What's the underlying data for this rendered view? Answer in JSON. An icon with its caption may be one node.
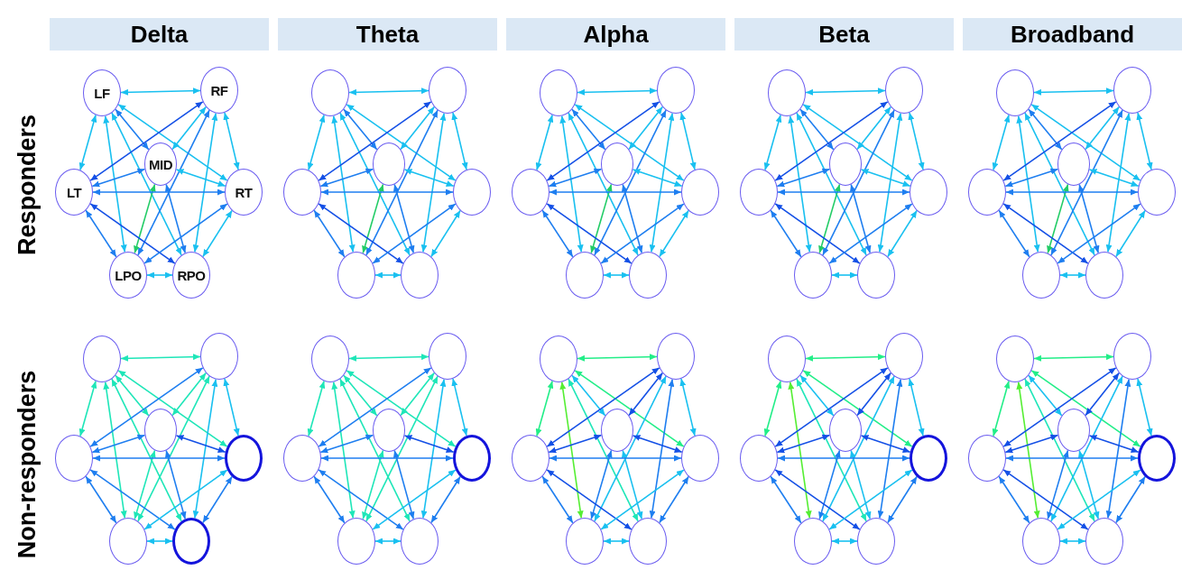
{
  "diagram": {
    "nodes": [
      {
        "text": [
          "Delta"
        ]
      },
      {
        "text": [
          "Theta"
        ]
      },
      {
        "text": [
          "Alpha"
        ]
      },
      {
        "text": [
          "Beta"
        ]
      },
      {
        "text": [
          "Broadband"
        ]
      },
      {
        "text": [
          "LF"
        ]
      },
      {
        "text": [
          "RF"
        ]
      },
      {
        "text": [
          "MID"
        ]
      },
      {
        "text": [
          "LT"
        ]
      },
      {
        "text": [
          "RT"
        ]
      },
      {
        "text": [
          "LPO"
        ]
      },
      {
        "text": [
          "RPO"
        ]
      },
      {
        "text": [],
        "shape": "circle"
      },
      {
        "text": [],
        "shape": "circle"
      },
      {
        "text": [],
        "shape": "circle"
      },
      {
        "text": [],
        "shape": "circle"
      },
      {
        "text": [],
        "shape": "circle"
      },
      {
        "text": [],
        "shape": "circle"
      },
      {
        "text": [],
        "shape": "circle"
      },
      {
        "text": [],
        "shape": "circle"
      },
      {
        "text": [],
        "shape": "circle"
      },
      {
        "text": [],
        "shape": "circle"
      },
      {
        "text": [],
        "shape": "circle"
      },
      {
        "text": [],
        "shape": "circle"
      },
      {
        "text": [],
        "shape": "circle"
      },
      {
        "text": [],
        "shape": "circle"
      },
      {
        "text": [],
        "shape": "circle"
      },
      {
        "text": [],
        "shape": "circle"
      },
      {
        "text": [],
        "shape": "circle"
      },
      {
        "text": [],
        "shape": "circle"
      },
      {
        "text": [],
        "shape": "circle"
      },
      {
        "text": [],
        "shape": "circle"
      },
      {
        "text": [],
        "shape": "circle"
      },
      {
        "text": [],
        "shape": "circle"
      },
      {
        "text": [],
        "shape": "circle"
      },
      {
        "text": [],
        "shape": "circle"
      },
      {
        "text": [],
        "shape": "circle"
      },
      {
        "text": [],
        "shape": "circle"
      },
      {
        "text": [],
        "shape": "circle"
      },
      {
        "text": [],
        "shape": "circle"
      },
      {
        "text": [],
        "shape": "circle"
      },
      {
        "text": [],
        "shape": "circle"
      },
      {
        "text": [],
        "shape": "circle"
      },
      {
        "text": [],
        "shape": "circle"
      },
      {
        "text": [],
        "shape": "circle"
      },
      {
        "text": [],
        "shape": "circle"
      },
      {
        "text": [],
        "shape": "circle"
      },
      {
        "text": [],
        "shape": "circle"
      },
      {
        "text": [],
        "shape": "circle"
      },
      {
        "text": [],
        "shape": "circle"
      },
      {
        "text": [],
        "shape": "circle"
      },
      {
        "text": [],
        "shape": "circle"
      },
      {
        "text": [],
        "shape": "circle"
      },
      {
        "text": [],
        "shape": "circle"
      },
      {
        "text": [],
        "shape": "circle"
      },
      {
        "text": [],
        "shape": "circle"
      },
      {
        "text": [],
        "shape": "circle"
      },
      {
        "text": [],
        "shape": "circle"
      },
      {
        "text": [],
        "shape": "circle"
      },
      {
        "text": [],
        "shape": "circle"
      },
      {
        "text": [],
        "shape": "circle"
      },
      {
        "text": [],
        "shape": "circle"
      },
      {
        "text": [],
        "shape": "circle"
      },
      {
        "text": [],
        "shape": "circle"
      },
      {
        "text": [],
        "shape": "circle"
      },
      {
        "text": [],
        "shape": "circle"
      },
      {
        "text": [],
        "shape": "circle"
      },
      {
        "text": [],
        "shape": "circle"
      },
      {
        "text": [],
        "shape": "circle"
      },
      {
        "text": [],
        "shape": "circle"
      },
      {
        "text": [],
        "shape": "circle"
      },
      {
        "text": [],
        "shape": "circle"
      },
      {
        "text": [],
        "shape": "circle"
      },
      {
        "text": [],
        "shape": "circle"
      },
      {
        "text": [],
        "shape": "circle"
      }
    ],
    "edges": [
      {
        "from": 5,
        "to": 6,
        "arrow": "both",
        "color": "#19c0f0"
      },
      {
        "from": 5,
        "to": 7,
        "arrow": "both"
      },
      {
        "from": 5,
        "to": 8,
        "arrow": "both",
        "color": "#19c0f0"
      },
      {
        "from": 5,
        "to": 9,
        "arrow": "both",
        "color": "#19c0f0"
      },
      {
        "from": 5,
        "to": 10,
        "arrow": "both",
        "color": "#19c0f0"
      },
      {
        "from": 5,
        "to": 11,
        "arrow": "both",
        "color": "#19c0f0"
      },
      {
        "from": 6,
        "to": 7,
        "arrow": "both",
        "color": "#19c0f0"
      },
      {
        "from": 6,
        "to": 8,
        "arrow": "both",
        "color": "#1450e6"
      },
      {
        "from": 6,
        "to": 9,
        "arrow": "both",
        "color": "#19c0f0"
      },
      {
        "from": 6,
        "to": 10,
        "arrow": "both"
      },
      {
        "from": 6,
        "to": 11,
        "arrow": "both",
        "color": "#19c0f0"
      },
      {
        "from": 7,
        "to": 8,
        "arrow": "both"
      },
      {
        "from": 7,
        "to": 9,
        "arrow": "both",
        "color": "#19c0f0"
      },
      {
        "from": 7,
        "to": 10,
        "arrow": "both",
        "color": "#22cc66"
      },
      {
        "from": 7,
        "to": 11,
        "arrow": "both"
      },
      {
        "from": 8,
        "to": 9,
        "arrow": "both"
      },
      {
        "from": 8,
        "to": 10,
        "arrow": "both"
      },
      {
        "from": 8,
        "to": 11,
        "arrow": "both",
        "color": "#1450e6"
      },
      {
        "from": 9,
        "to": 10,
        "arrow": "both"
      },
      {
        "from": 9,
        "to": 11,
        "arrow": "both",
        "color": "#19c0f0"
      },
      {
        "from": 10,
        "to": 11,
        "arrow": "both",
        "color": "#19c0f0"
      },
      {
        "from": 12,
        "to": 13,
        "arrow": "both",
        "color": "#19c0f0"
      },
      {
        "from": 12,
        "to": 14,
        "arrow": "both"
      },
      {
        "from": 12,
        "to": 15,
        "arrow": "both",
        "color": "#19c0f0"
      },
      {
        "from": 12,
        "to": 16,
        "arrow": "both",
        "color": "#19c0f0"
      },
      {
        "from": 12,
        "to": 17,
        "arrow": "both",
        "color": "#19c0f0"
      },
      {
        "from": 12,
        "to": 18,
        "arrow": "both",
        "color": "#19c0f0"
      },
      {
        "from": 13,
        "to": 14,
        "arrow": "both",
        "color": "#19c0f0"
      },
      {
        "from": 13,
        "to": 15,
        "arrow": "both",
        "color": "#1450e6"
      },
      {
        "from": 13,
        "to": 16,
        "arrow": "both",
        "color": "#19c0f0"
      },
      {
        "from": 13,
        "to": 17,
        "arrow": "both"
      },
      {
        "from": 13,
        "to": 18,
        "arrow": "both",
        "color": "#19c0f0"
      },
      {
        "from": 14,
        "to": 15,
        "arrow": "both"
      },
      {
        "from": 14,
        "to": 16,
        "arrow": "both",
        "color": "#19c0f0"
      },
      {
        "from": 14,
        "to": 17,
        "arrow": "both",
        "color": "#22cc66"
      },
      {
        "from": 14,
        "to": 18,
        "arrow": "both"
      },
      {
        "from": 15,
        "to": 16,
        "arrow": "both"
      },
      {
        "from": 15,
        "to": 17,
        "arrow": "both"
      },
      {
        "from": 15,
        "to": 18,
        "arrow": "both",
        "color": "#1450e6"
      },
      {
        "from": 16,
        "to": 17,
        "arrow": "both"
      },
      {
        "from": 16,
        "to": 18,
        "arrow": "both",
        "color": "#19c0f0"
      },
      {
        "from": 17,
        "to": 18,
        "arrow": "both",
        "color": "#19c0f0"
      },
      {
        "from": 19,
        "to": 20,
        "arrow": "both",
        "color": "#19c0f0"
      },
      {
        "from": 19,
        "to": 21,
        "arrow": "both"
      },
      {
        "from": 19,
        "to": 22,
        "arrow": "both",
        "color": "#19c0f0"
      },
      {
        "from": 19,
        "to": 23,
        "arrow": "both",
        "color": "#19c0f0"
      },
      {
        "from": 19,
        "to": 24,
        "arrow": "both",
        "color": "#19c0f0"
      },
      {
        "from": 19,
        "to": 25,
        "arrow": "both",
        "color": "#19c0f0"
      },
      {
        "from": 20,
        "to": 21,
        "arrow": "both",
        "color": "#19c0f0"
      },
      {
        "from": 20,
        "to": 22,
        "arrow": "both",
        "color": "#1450e6"
      },
      {
        "from": 20,
        "to": 23,
        "arrow": "both",
        "color": "#19c0f0"
      },
      {
        "from": 20,
        "to": 24,
        "arrow": "both"
      },
      {
        "from": 20,
        "to": 25,
        "arrow": "both",
        "color": "#19c0f0"
      },
      {
        "from": 21,
        "to": 22,
        "arrow": "both"
      },
      {
        "from": 21,
        "to": 23,
        "arrow": "both",
        "color": "#19c0f0"
      },
      {
        "from": 21,
        "to": 24,
        "arrow": "both",
        "color": "#22cc66"
      },
      {
        "from": 21,
        "to": 25,
        "arrow": "both"
      },
      {
        "from": 22,
        "to": 23,
        "arrow": "both"
      },
      {
        "from": 22,
        "to": 24,
        "arrow": "both"
      },
      {
        "from": 22,
        "to": 25,
        "arrow": "both",
        "color": "#1450e6"
      },
      {
        "from": 23,
        "to": 24,
        "arrow": "both"
      },
      {
        "from": 23,
        "to": 25,
        "arrow": "both",
        "color": "#19c0f0"
      },
      {
        "from": 24,
        "to": 25,
        "arrow": "both",
        "color": "#19c0f0"
      },
      {
        "from": 26,
        "to": 27,
        "arrow": "both",
        "color": "#19c0f0"
      },
      {
        "from": 26,
        "to": 28,
        "arrow": "both"
      },
      {
        "from": 26,
        "to": 29,
        "arrow": "both",
        "color": "#19c0f0"
      },
      {
        "from": 26,
        "to": 30,
        "arrow": "both",
        "color": "#19c0f0"
      },
      {
        "from": 26,
        "to": 31,
        "arrow": "both",
        "color": "#19c0f0"
      },
      {
        "from": 26,
        "to": 32,
        "arrow": "both",
        "color": "#19c0f0"
      },
      {
        "from": 27,
        "to": 28,
        "arrow": "both",
        "color": "#19c0f0"
      },
      {
        "from": 27,
        "to": 29,
        "arrow": "both",
        "color": "#1450e6"
      },
      {
        "from": 27,
        "to": 30,
        "arrow": "both",
        "color": "#19c0f0"
      },
      {
        "from": 27,
        "to": 31,
        "arrow": "both"
      },
      {
        "from": 27,
        "to": 32,
        "arrow": "both",
        "color": "#19c0f0"
      },
      {
        "from": 28,
        "to": 29,
        "arrow": "both"
      },
      {
        "from": 28,
        "to": 30,
        "arrow": "both",
        "color": "#19c0f0"
      },
      {
        "from": 28,
        "to": 31,
        "arrow": "both",
        "color": "#22cc66"
      },
      {
        "from": 28,
        "to": 32,
        "arrow": "both"
      },
      {
        "from": 29,
        "to": 30,
        "arrow": "both"
      },
      {
        "from": 29,
        "to": 31,
        "arrow": "both"
      },
      {
        "from": 29,
        "to": 32,
        "arrow": "both",
        "color": "#1450e6"
      },
      {
        "from": 30,
        "to": 31,
        "arrow": "both"
      },
      {
        "from": 30,
        "to": 32,
        "arrow": "both",
        "color": "#19c0f0"
      },
      {
        "from": 31,
        "to": 32,
        "arrow": "both",
        "color": "#19c0f0"
      },
      {
        "from": 33,
        "to": 34,
        "arrow": "both",
        "color": "#19c0f0"
      },
      {
        "from": 33,
        "to": 35,
        "arrow": "both"
      },
      {
        "from": 33,
        "to": 36,
        "arrow": "both",
        "color": "#19c0f0"
      },
      {
        "from": 33,
        "to": 37,
        "arrow": "both",
        "color": "#19c0f0"
      },
      {
        "from": 33,
        "to": 38,
        "arrow": "both",
        "color": "#19c0f0"
      },
      {
        "from": 33,
        "to": 39,
        "arrow": "both",
        "color": "#19c0f0"
      },
      {
        "from": 34,
        "to": 35,
        "arrow": "both",
        "color": "#19c0f0"
      },
      {
        "from": 34,
        "to": 36,
        "arrow": "both",
        "color": "#1450e6"
      },
      {
        "from": 34,
        "to": 37,
        "arrow": "both",
        "color": "#19c0f0"
      },
      {
        "from": 34,
        "to": 38,
        "arrow": "both"
      },
      {
        "from": 34,
        "to": 39,
        "arrow": "both",
        "color": "#19c0f0"
      },
      {
        "from": 35,
        "to": 36,
        "arrow": "both"
      },
      {
        "from": 35,
        "to": 37,
        "arrow": "both",
        "color": "#19c0f0"
      },
      {
        "from": 35,
        "to": 38,
        "arrow": "both",
        "color": "#22cc66"
      },
      {
        "from": 35,
        "to": 39,
        "arrow": "both"
      },
      {
        "from": 36,
        "to": 37,
        "arrow": "both"
      },
      {
        "from": 36,
        "to": 38,
        "arrow": "both"
      },
      {
        "from": 36,
        "to": 39,
        "arrow": "both",
        "color": "#1450e6"
      },
      {
        "from": 37,
        "to": 38,
        "arrow": "both"
      },
      {
        "from": 37,
        "to": 39,
        "arrow": "both",
        "color": "#19c0f0"
      },
      {
        "from": 38,
        "to": 39,
        "arrow": "both",
        "color": "#19c0f0"
      },
      {
        "from": 40,
        "to": 41,
        "arrow": "both",
        "color": "#1ee6b8"
      },
      {
        "from": 40,
        "to": 42,
        "arrow": "both",
        "color": "#1ee6b8"
      },
      {
        "from": 40,
        "to": 43,
        "arrow": "both",
        "color": "#1ee6b8"
      },
      {
        "from": 40,
        "to": 44,
        "arrow": "both",
        "color": "#1ee6b8"
      },
      {
        "from": 40,
        "to": 45,
        "arrow": "both",
        "color": "#1ee6b8"
      },
      {
        "from": 40,
        "to": 46,
        "arrow": "both",
        "color": "#1ee6b8"
      },
      {
        "from": 41,
        "to": 42,
        "arrow": "both",
        "color": "#1ee6b8"
      },
      {
        "from": 41,
        "to": 43,
        "arrow": "both"
      },
      {
        "from": 41,
        "to": 44,
        "arrow": "both",
        "color": "#19c0f0"
      },
      {
        "from": 41,
        "to": 45,
        "arrow": "both",
        "color": "#1ee6b8"
      },
      {
        "from": 41,
        "to": 46,
        "arrow": "both",
        "color": "#19c0f0"
      },
      {
        "from": 42,
        "to": 43,
        "arrow": "both"
      },
      {
        "from": 42,
        "to": 44,
        "arrow": "both",
        "color": "#1450e6"
      },
      {
        "from": 42,
        "to": 45,
        "arrow": "both",
        "color": "#1ee6b8"
      },
      {
        "from": 42,
        "to": 46,
        "arrow": "both"
      },
      {
        "from": 43,
        "to": 44,
        "arrow": "both"
      },
      {
        "from": 43,
        "to": 45,
        "arrow": "both"
      },
      {
        "from": 43,
        "to": 46,
        "arrow": "both"
      },
      {
        "from": 44,
        "to": 45,
        "arrow": "both",
        "color": "#19c0f0"
      },
      {
        "from": 44,
        "to": 46,
        "arrow": "both"
      },
      {
        "from": 45,
        "to": 46,
        "arrow": "both",
        "color": "#19c0f0"
      },
      {
        "from": 47,
        "to": 48,
        "arrow": "both",
        "color": "#1ee6b8"
      },
      {
        "from": 47,
        "to": 49,
        "arrow": "both",
        "color": "#1ee6b8"
      },
      {
        "from": 47,
        "to": 50,
        "arrow": "both",
        "color": "#1ee6b8"
      },
      {
        "from": 47,
        "to": 51,
        "arrow": "both",
        "color": "#1ee6b8"
      },
      {
        "from": 47,
        "to": 52,
        "arrow": "both",
        "color": "#1ee6b8"
      },
      {
        "from": 47,
        "to": 53,
        "arrow": "both",
        "color": "#1ee6b8"
      },
      {
        "from": 48,
        "to": 49,
        "arrow": "both",
        "color": "#1ee6b8"
      },
      {
        "from": 48,
        "to": 50,
        "arrow": "both"
      },
      {
        "from": 48,
        "to": 51,
        "arrow": "both",
        "color": "#19c0f0"
      },
      {
        "from": 48,
        "to": 52,
        "arrow": "both",
        "color": "#1ee6b8"
      },
      {
        "from": 48,
        "to": 53,
        "arrow": "both",
        "color": "#19c0f0"
      },
      {
        "from": 49,
        "to": 50,
        "arrow": "both"
      },
      {
        "from": 49,
        "to": 51,
        "arrow": "both",
        "color": "#1450e6"
      },
      {
        "from": 49,
        "to": 52,
        "arrow": "both",
        "color": "#1ee6b8"
      },
      {
        "from": 49,
        "to": 53,
        "arrow": "both"
      },
      {
        "from": 50,
        "to": 51,
        "arrow": "both"
      },
      {
        "from": 50,
        "to": 52,
        "arrow": "both"
      },
      {
        "from": 50,
        "to": 53,
        "arrow": "both"
      },
      {
        "from": 51,
        "to": 52,
        "arrow": "both",
        "color": "#19c0f0"
      },
      {
        "from": 51,
        "to": 53,
        "arrow": "both"
      },
      {
        "from": 52,
        "to": 53,
        "arrow": "both",
        "color": "#19c0f0"
      },
      {
        "from": 54,
        "to": 55,
        "arrow": "both",
        "color": "#22ee88"
      },
      {
        "from": 54,
        "to": 56,
        "arrow": "both",
        "color": "#19c0f0"
      },
      {
        "from": 54,
        "to": 57,
        "arrow": "both",
        "color": "#22ee88"
      },
      {
        "from": 54,
        "to": 58,
        "arrow": "both",
        "color": "#22ee88"
      },
      {
        "from": 54,
        "to": 59,
        "arrow": "both",
        "color": "#55ee33"
      },
      {
        "from": 54,
        "to": 60,
        "arrow": "both",
        "color": "#1ee6b8"
      },
      {
        "from": 55,
        "to": 56,
        "arrow": "both",
        "color": "#1450e6"
      },
      {
        "from": 55,
        "to": 57,
        "arrow": "both",
        "color": "#1450e6"
      },
      {
        "from": 55,
        "to": 58,
        "arrow": "both",
        "color": "#19c0f0"
      },
      {
        "from": 55,
        "to": 59,
        "arrow": "both",
        "color": "#19c0f0"
      },
      {
        "from": 55,
        "to": 60,
        "arrow": "both"
      },
      {
        "from": 56,
        "to": 57,
        "arrow": "both",
        "color": "#1450e6"
      },
      {
        "from": 56,
        "to": 58,
        "arrow": "both",
        "color": "#1450e6"
      },
      {
        "from": 56,
        "to": 59,
        "arrow": "both"
      },
      {
        "from": 56,
        "to": 60,
        "arrow": "both",
        "color": "#19c0f0"
      },
      {
        "from": 57,
        "to": 58,
        "arrow": "both"
      },
      {
        "from": 57,
        "to": 59,
        "arrow": "both"
      },
      {
        "from": 57,
        "to": 60,
        "arrow": "both",
        "color": "#1450e6"
      },
      {
        "from": 58,
        "to": 59,
        "arrow": "both",
        "color": "#19c0f0"
      },
      {
        "from": 58,
        "to": 60,
        "arrow": "both"
      },
      {
        "from": 59,
        "to": 60,
        "arrow": "both",
        "color": "#19c0f0"
      },
      {
        "from": 61,
        "to": 62,
        "arrow": "both",
        "color": "#22ee88"
      },
      {
        "from": 61,
        "to": 63,
        "arrow": "both",
        "color": "#19c0f0"
      },
      {
        "from": 61,
        "to": 64,
        "arrow": "both",
        "color": "#22ee88"
      },
      {
        "from": 61,
        "to": 65,
        "arrow": "both",
        "color": "#22ee88"
      },
      {
        "from": 61,
        "to": 66,
        "arrow": "both",
        "color": "#55ee33"
      },
      {
        "from": 61,
        "to": 67,
        "arrow": "both",
        "color": "#1ee6b8"
      },
      {
        "from": 62,
        "to": 63,
        "arrow": "both",
        "color": "#1450e6"
      },
      {
        "from": 62,
        "to": 64,
        "arrow": "both",
        "color": "#1450e6"
      },
      {
        "from": 62,
        "to": 65,
        "arrow": "both",
        "color": "#19c0f0"
      },
      {
        "from": 62,
        "to": 66,
        "arrow": "both",
        "color": "#19c0f0"
      },
      {
        "from": 62,
        "to": 67,
        "arrow": "both"
      },
      {
        "from": 63,
        "to": 64,
        "arrow": "both",
        "color": "#1450e6"
      },
      {
        "from": 63,
        "to": 65,
        "arrow": "both",
        "color": "#1450e6"
      },
      {
        "from": 63,
        "to": 66,
        "arrow": "both"
      },
      {
        "from": 63,
        "to": 67,
        "arrow": "both",
        "color": "#19c0f0"
      },
      {
        "from": 64,
        "to": 65,
        "arrow": "both"
      },
      {
        "from": 64,
        "to": 66,
        "arrow": "both"
      },
      {
        "from": 64,
        "to": 67,
        "arrow": "both",
        "color": "#1450e6"
      },
      {
        "from": 65,
        "to": 66,
        "arrow": "both",
        "color": "#19c0f0"
      },
      {
        "from": 65,
        "to": 67,
        "arrow": "both"
      },
      {
        "from": 66,
        "to": 67,
        "arrow": "both",
        "color": "#19c0f0"
      },
      {
        "from": 68,
        "to": 69,
        "arrow": "both",
        "color": "#22ee88"
      },
      {
        "from": 68,
        "to": 70,
        "arrow": "both",
        "color": "#19c0f0"
      },
      {
        "from": 68,
        "to": 71,
        "arrow": "both",
        "color": "#22ee88"
      },
      {
        "from": 68,
        "to": 72,
        "arrow": "both",
        "color": "#22ee88"
      },
      {
        "from": 68,
        "to": 73,
        "arrow": "both",
        "color": "#55ee33"
      },
      {
        "from": 68,
        "to": 74,
        "arrow": "both",
        "color": "#1ee6b8"
      },
      {
        "from": 69,
        "to": 70,
        "arrow": "both",
        "color": "#1450e6"
      },
      {
        "from": 69,
        "to": 71,
        "arrow": "both",
        "color": "#1450e6"
      },
      {
        "from": 69,
        "to": 72,
        "arrow": "both",
        "color": "#19c0f0"
      },
      {
        "from": 69,
        "to": 73,
        "arrow": "both",
        "color": "#19c0f0"
      },
      {
        "from": 69,
        "to": 74,
        "arrow": "both"
      },
      {
        "from": 70,
        "to": 71,
        "arrow": "both",
        "color": "#1450e6"
      },
      {
        "from": 70,
        "to": 72,
        "arrow": "both",
        "color": "#1450e6"
      },
      {
        "from": 70,
        "to": 73,
        "arrow": "both"
      },
      {
        "from": 70,
        "to": 74,
        "arrow": "both",
        "color": "#19c0f0"
      },
      {
        "from": 71,
        "to": 72,
        "arrow": "both"
      },
      {
        "from": 71,
        "to": 73,
        "arrow": "both"
      },
      {
        "from": 71,
        "to": 74,
        "arrow": "both",
        "color": "#1450e6"
      },
      {
        "from": 72,
        "to": 73,
        "arrow": "both",
        "color": "#19c0f0"
      },
      {
        "from": 72,
        "to": 74,
        "arrow": "both"
      },
      {
        "from": 73,
        "to": 74,
        "arrow": "both",
        "color": "#19c0f0"
      }
    ],
    "labels": [
      "Responders",
      "Non-responders"
    ]
  }
}
